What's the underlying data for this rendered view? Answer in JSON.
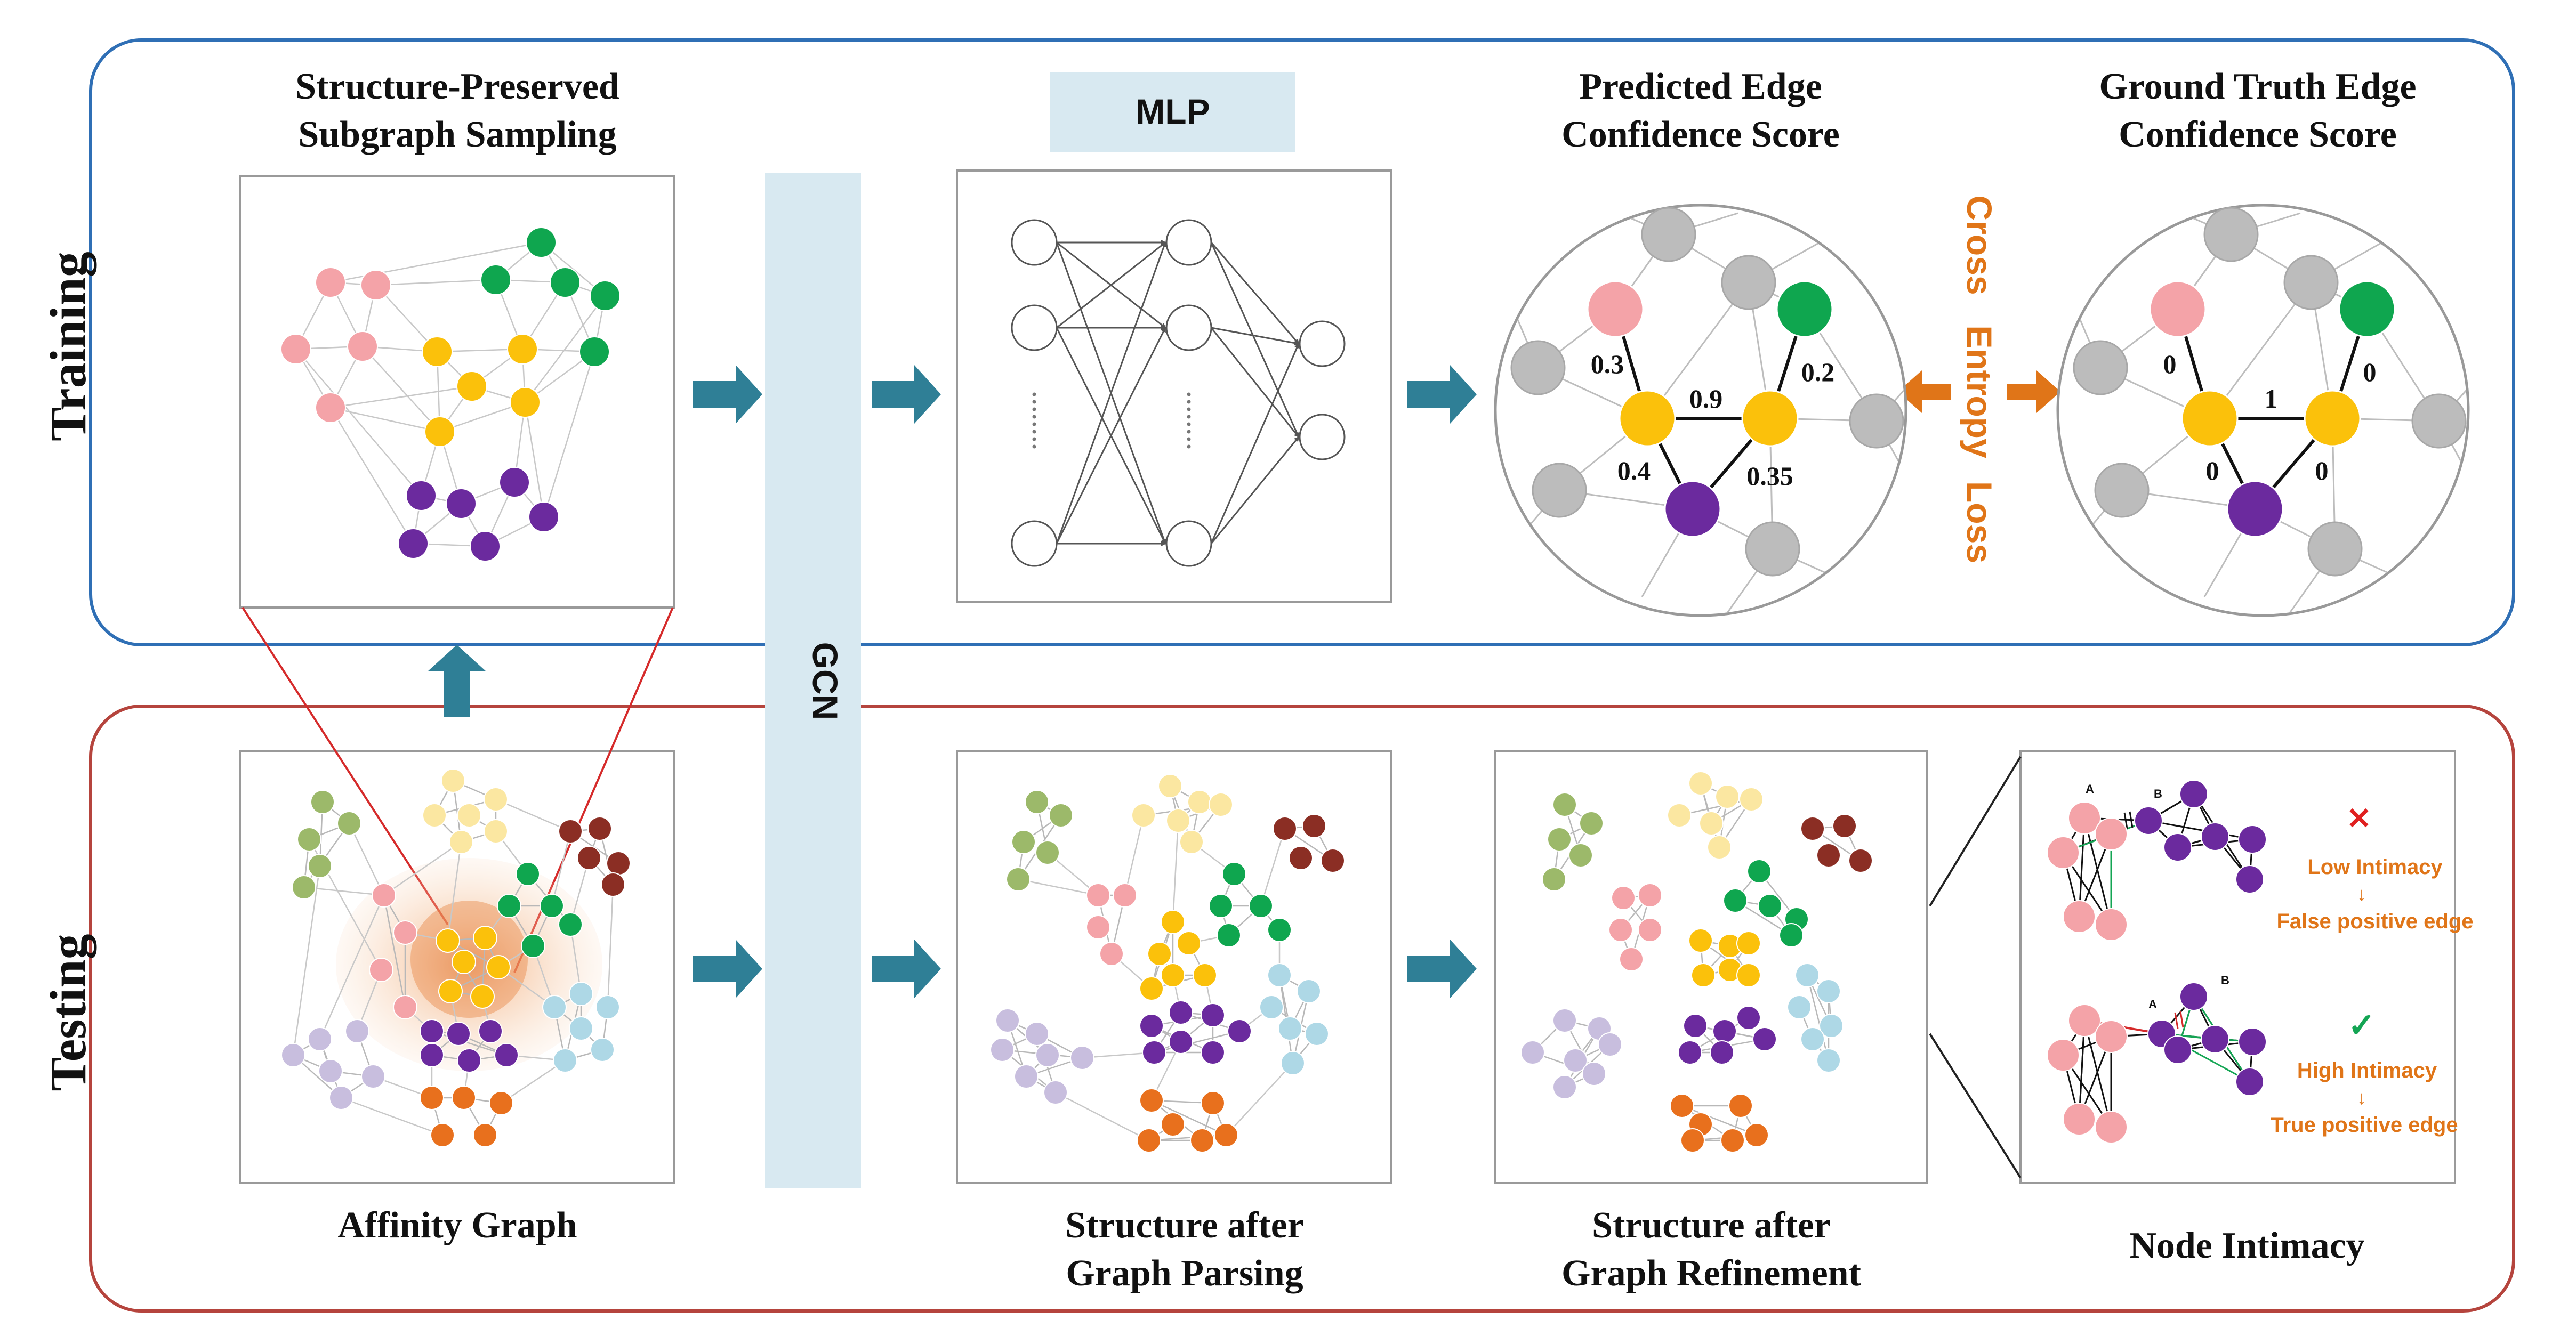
{
  "sections": {
    "training": "Training",
    "testing": "Testing"
  },
  "titles": {
    "sampling_1": "Structure-Preserved",
    "sampling_2": "Subgraph Sampling",
    "mlp": "MLP",
    "predicted_1": "Predicted Edge",
    "predicted_2": "Confidence Score",
    "ground_1": "Ground Truth Edge",
    "ground_2": "Confidence Score",
    "affinity": "Affinity Graph",
    "parsing_1": "Structure after",
    "parsing_2": "Graph Parsing",
    "refine_1": "Structure after",
    "refine_2": "Graph Refinement",
    "intimacy": "Node Intimacy",
    "gcn": "GCN"
  },
  "loss": {
    "word1": "Cross",
    "word2": "Entropy",
    "word3": "Loss"
  },
  "predicted_weights": {
    "pink_yellow": "0.3",
    "green_yellow": "0.2",
    "yellow_yellow": "0.9",
    "yellow_purple_left": "0.4",
    "yellow_purple_right": "0.35"
  },
  "ground_weights": {
    "pink_yellow": "0",
    "green_yellow": "0",
    "yellow_yellow": "1",
    "yellow_purple_left": "0",
    "yellow_purple_right": "0"
  },
  "intimacy": {
    "node_a": "A",
    "node_b": "B",
    "low": "Low Intimacy",
    "false_edge": "False positive edge",
    "high": "High Intimacy",
    "true_edge": "True positive edge",
    "down_arrow": "↓",
    "cross_mark": "✕",
    "check_mark": "✓"
  },
  "colors": {
    "pink": "#f4a3a8",
    "green": "#0fa64f",
    "yellow": "#fbc10b",
    "purple": "#6b2a9e",
    "olive": "#9cb96a",
    "light_yellow": "#fbe7a1",
    "brown": "#8b2e24",
    "lavender": "#c8bede",
    "light_blue": "#aed8e6",
    "orange": "#e8701d",
    "gray": "#bcbcbc",
    "teal_arrow": "#2f7f96",
    "training_border": "#2f6fb5",
    "testing_border": "#b5443d",
    "gcn_fill": "#d8e9f1",
    "accent_orange": "#e07518"
  }
}
